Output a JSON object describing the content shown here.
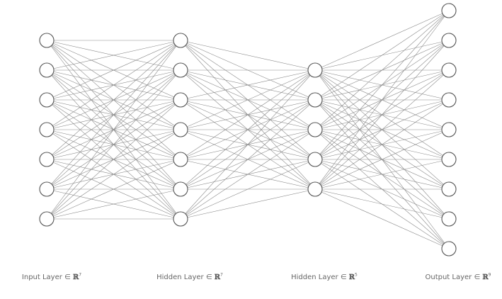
{
  "layers": [
    {
      "name": "input",
      "size": 7,
      "label_text": "Input Layer ∈ ",
      "label_space": "ℝ",
      "label_dim": "7"
    },
    {
      "name": "hidden1",
      "size": 7,
      "label_text": "Hidden Layer ∈ ",
      "label_space": "ℝ",
      "label_dim": "7"
    },
    {
      "name": "hidden2",
      "size": 5,
      "label_text": "Hidden Layer ∈ ",
      "label_space": "ℝ",
      "label_dim": "5"
    },
    {
      "name": "output",
      "size": 9,
      "label_text": "Output Layer ∈ ",
      "label_space": "ℝ",
      "label_dim": "9"
    }
  ],
  "connectivity": "fully-connected",
  "colors": {
    "edge": "#8a8a8a",
    "node_stroke": "#555555",
    "node_fill": "#ffffff",
    "label": "#666666"
  }
}
